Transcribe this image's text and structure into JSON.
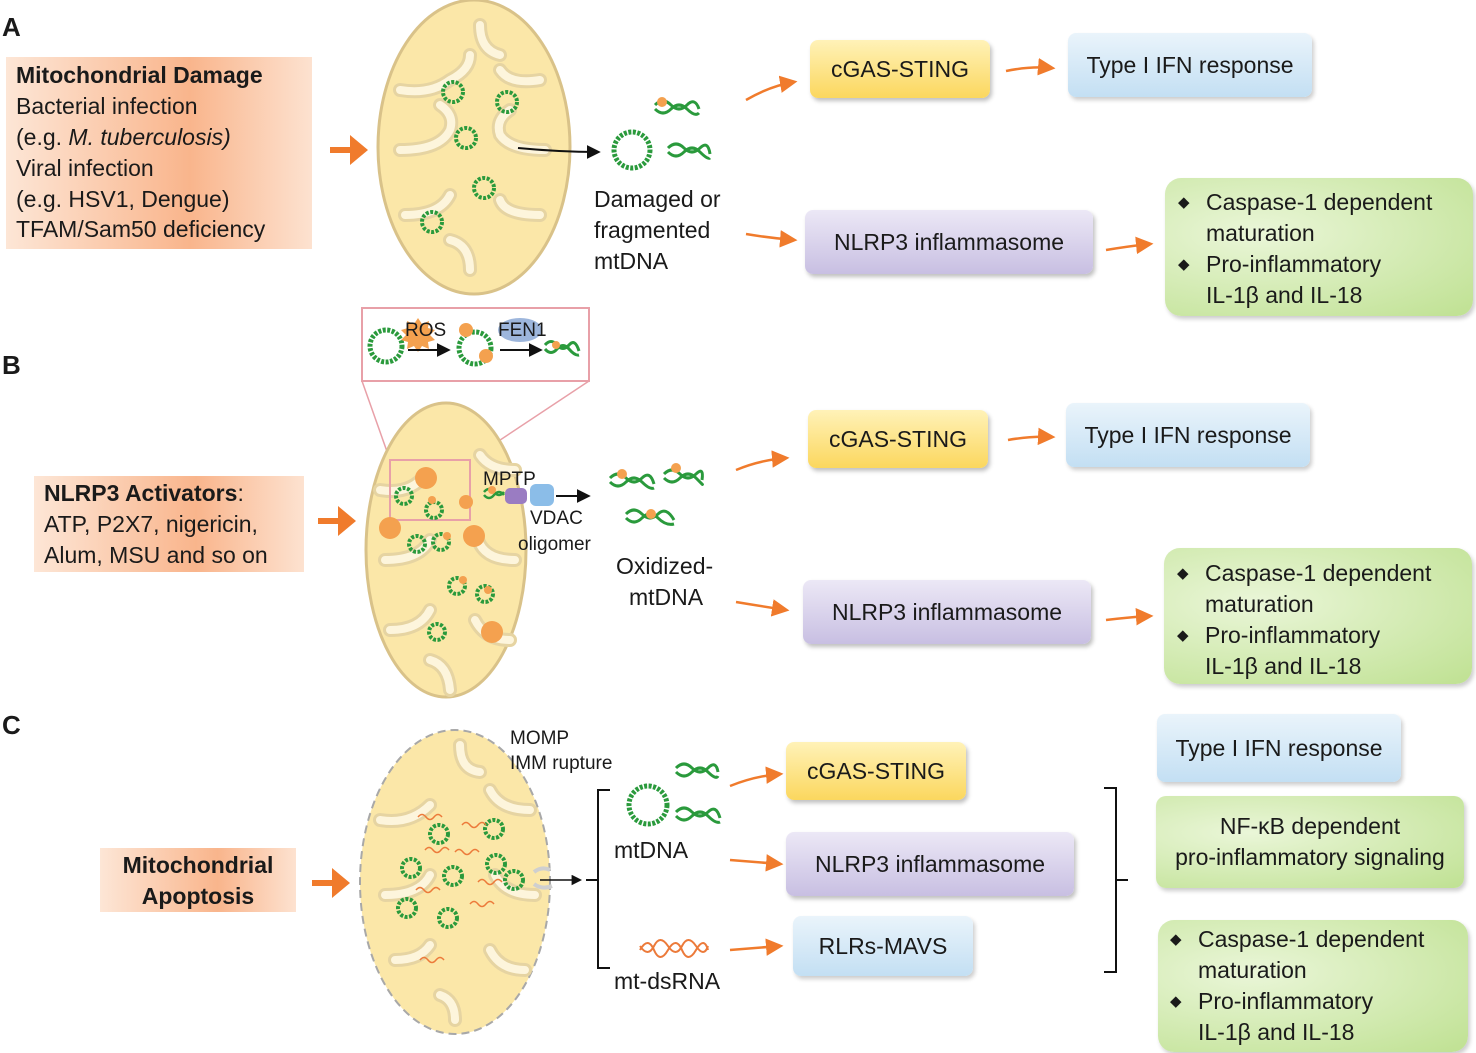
{
  "panels": {
    "A": {
      "letter": "A",
      "stimulus": {
        "title": "Mitochondrial Damage",
        "lines": [
          "Bacterial infection",
          "(e.g. ",
          "M. tuberculosis)",
          "Viral infection",
          "(e.g. HSV1, Dengue)",
          "TFAM/Sam50 deficiency"
        ]
      },
      "mtdna_label": [
        "Damaged or",
        "fragmented",
        "mtDNA"
      ],
      "sensors": [
        "cGAS-STING",
        "NLRP3 inflammasome"
      ],
      "outcomes": {
        "ifn": "Type I IFN response",
        "inflammasome_items": [
          [
            "Caspase-1 dependent",
            "maturation"
          ],
          [
            "Pro-inflammatory",
            "IL-1β and IL-18"
          ]
        ]
      }
    },
    "B": {
      "letter": "B",
      "stimulus": {
        "title": "NLRP3 Activators",
        "title_suffix": ":",
        "lines": [
          "ATP, P2X7, nigericin,",
          "Alum, MSU and so on"
        ]
      },
      "inset_labels": [
        "ROS",
        "FEN1"
      ],
      "channel_labels": [
        "MPTP",
        "VDAC",
        "oligomer"
      ],
      "mtdna_label": [
        "Oxidized-",
        "mtDNA"
      ],
      "sensors": [
        "cGAS-STING",
        "NLRP3 inflammasome"
      ],
      "outcomes": {
        "ifn": "Type I IFN response",
        "inflammasome_items": [
          [
            "Caspase-1 dependent",
            "maturation"
          ],
          [
            "Pro-inflammatory",
            "IL-1β and IL-18"
          ]
        ]
      }
    },
    "C": {
      "letter": "C",
      "stimulus": {
        "lines": [
          "Mitochondrial",
          "Apoptosis"
        ]
      },
      "membrane_labels": [
        "MOMP",
        "IMM rupture"
      ],
      "ligands": [
        "mtDNA",
        "mt-dsRNA"
      ],
      "sensors": [
        "cGAS-STING",
        "NLRP3 inflammasome",
        "RLRs-MAVS"
      ],
      "outcomes": {
        "ifn": "Type I IFN response",
        "nfkb": [
          "NF-κB dependent",
          "pro-inflammatory signaling"
        ],
        "inflammasome_items": [
          [
            "Caspase-1 dependent",
            "maturation"
          ],
          [
            "Pro-inflammatory",
            "IL-1β and IL-18"
          ]
        ]
      }
    }
  },
  "colors": {
    "arrow_orange": "#f07b2c",
    "mito_fill": "#fbe7a8",
    "mito_stroke": "#d9c289",
    "mtdna_green": "#2a9a3c",
    "ros_orange": "#f4a14f",
    "rna_orange": "#ec7a3a"
  }
}
